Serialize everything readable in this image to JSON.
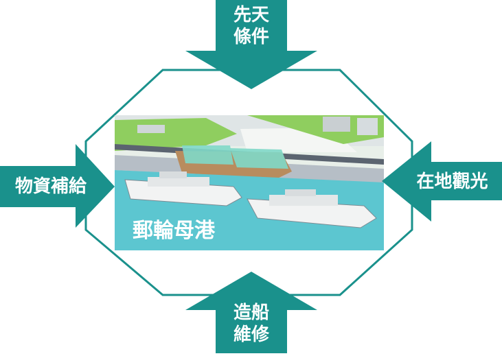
{
  "colors": {
    "arrow_fill": "#1a918c",
    "outline": "#1a918c",
    "water": "#5cc6d0",
    "grass": "#8fce5f",
    "label_text": "#ffffff"
  },
  "diagram": {
    "center_label": "郵輪母港",
    "factors": {
      "top": {
        "line1": "先天",
        "line2": "條件"
      },
      "left": {
        "text": "物資補給"
      },
      "right": {
        "text": "在地觀光"
      },
      "bottom": {
        "line1": "造船",
        "line2": "維修"
      }
    }
  }
}
